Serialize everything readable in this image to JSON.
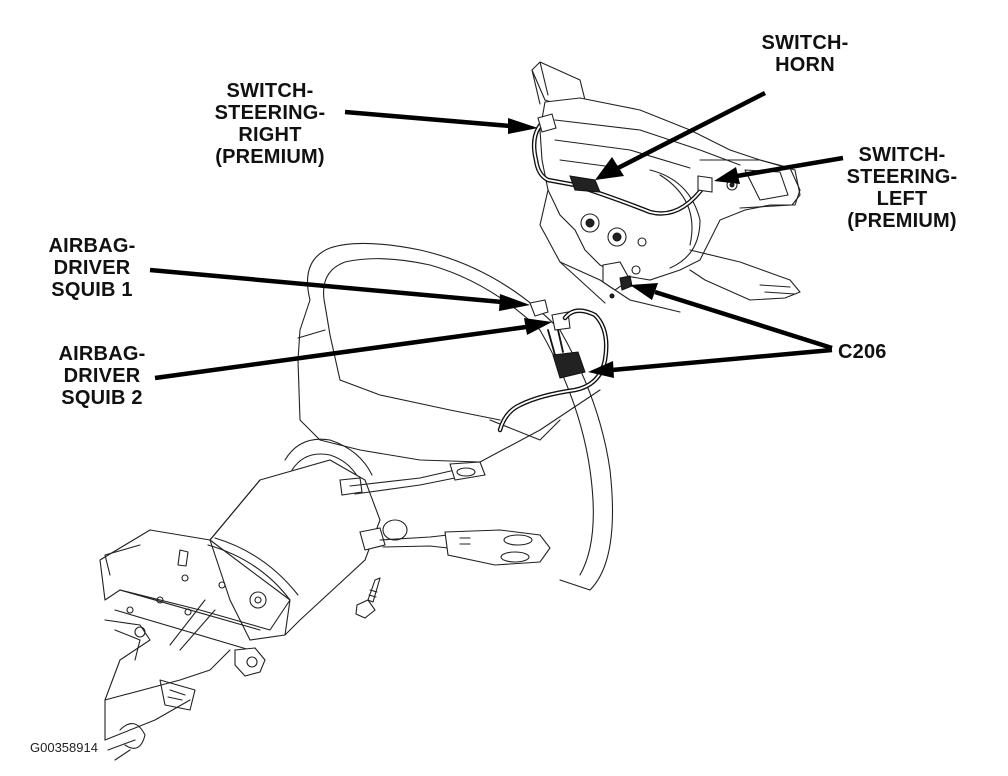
{
  "figure_id": "G00358914",
  "labels": {
    "switch_steering_right": [
      "SWITCH-",
      "STEERING-",
      "RIGHT",
      "(PREMIUM)"
    ],
    "switch_horn": [
      "SWITCH-",
      "HORN"
    ],
    "switch_steering_left": [
      "SWITCH-",
      "STEERING-",
      "LEFT",
      "(PREMIUM)"
    ],
    "airbag_driver_squib_1": [
      "AIRBAG-",
      "DRIVER",
      "SQUIB 1"
    ],
    "airbag_driver_squib_2": [
      "AIRBAG-",
      "DRIVER",
      "SQUIB 2"
    ],
    "c206": [
      "C206"
    ]
  },
  "components": [
    "steering-wheel",
    "airbag-module",
    "steering-column",
    "multifunction-switch-lever",
    "wiper-switch-lever",
    "wiring-harness",
    "mounting-bolt"
  ],
  "colors": {
    "line": "#111111",
    "background": "#ffffff"
  }
}
